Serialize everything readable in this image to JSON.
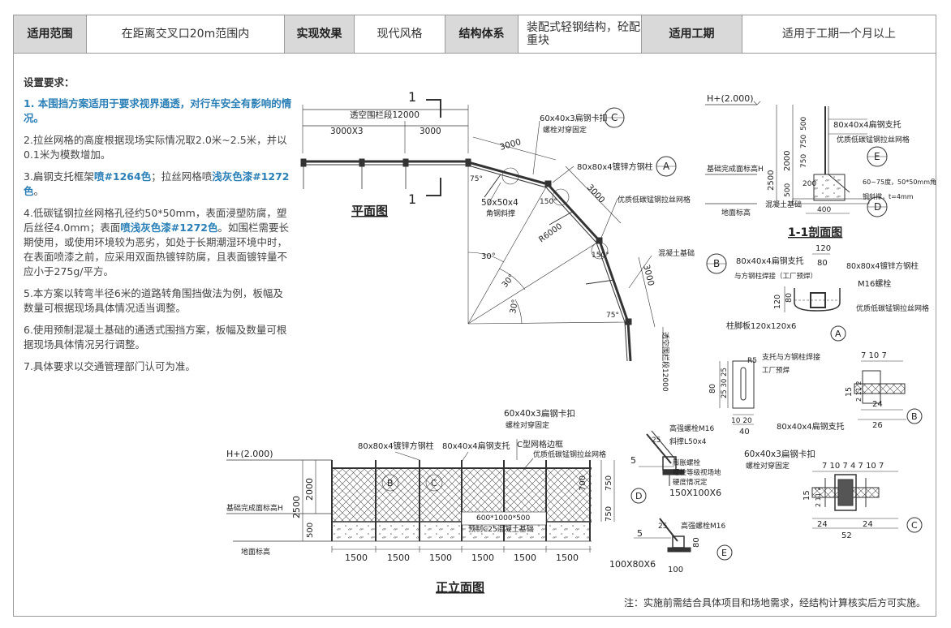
{
  "header": {
    "cells": [
      {
        "text": "适用范围",
        "type": "label"
      },
      {
        "text": "在距离交叉口20m范围内",
        "type": "value"
      },
      {
        "text": "实现效果",
        "type": "label"
      },
      {
        "text": "现代风格",
        "type": "value"
      },
      {
        "text": "结构体系",
        "type": "label"
      },
      {
        "text": "装配式轻钢结构，砼配重块",
        "type": "value"
      },
      {
        "text": "适用工期",
        "type": "label"
      },
      {
        "text": "适用于工期一个月以上",
        "type": "value"
      }
    ]
  },
  "requirements": {
    "title": "设置要求：",
    "items": [
      {
        "a": "1. 本围挡方案适用于要求视界通透，对行车安全有影响的情况。"
      },
      {
        "a": "2.拉丝网格的高度根据现场实际情况取2.0米~2.5米，并以0.1米为模数增加。"
      },
      {
        "a": "3.扁钢支托框架",
        "b": "喷#1264色",
        "c": "；拉丝网格喷",
        "d": "浅灰色漆#1272色",
        "e": "。"
      },
      {
        "a": "4.低碳锰钢拉丝网格孔径约50*50mm，表面浸塑防腐，塑后丝径4.0mm；表面",
        "b": "喷浅灰色漆#1272色",
        "c": "。如围栏需要长期使用，或使用环境较为恶劣，如处于长期潮湿环境中时，在表面喷漆之前，应采用双面热镀锌防腐，且表面镀锌量不应小于275g/平方。"
      },
      {
        "a": "5.本方案以转弯半径6米的道路转角围挡做法为例，板幅及数量可根据现场具体情况适当调整。"
      },
      {
        "a": "6.使用预制混凝土基础的通透式围挡方案，板幅及数量可根据现场具体情况另行调整。"
      },
      {
        "a": "7.具体要求以交通管理部门认可为准。"
      }
    ]
  },
  "drawing": {
    "plan": {
      "title": "平面图",
      "dim_total": "透空围栏段12000",
      "dim_a": "3000X3",
      "dim_b": "3000",
      "dim_c": "3000",
      "dim_d": "3000",
      "dim_e": "3000",
      "dim_side": "透空围栏段12000",
      "radius": "R6000",
      "angle1": "30°",
      "angle2": "30°",
      "angle3": "30°",
      "angle4": "75°",
      "angle5": "150°",
      "angle6": "150°",
      "angle7": "75°",
      "note_c1": "60x40x3扁钢卡扣",
      "note_c2": "螺栓对穿固定",
      "note_a": "80x80x4镀锌方钢柱",
      "note_mesh": "优质低碳锰钢拉丝网格",
      "note_angle1": "50x50x4",
      "note_angle2": "角钢斜撑",
      "note_found": "混凝土基础",
      "cut_mark": "1",
      "tag_c": "C",
      "tag_a": "A"
    },
    "section": {
      "title": "1-1剖面图",
      "level_top": "H+(2.000)",
      "level_found": "基础完成面标高H",
      "level_ground": "地面标高",
      "note1": "80x40x4扁钢支托",
      "note2": "优质低碳锰钢拉丝网格",
      "note3": "60~75度，50*50mm角",
      "note4": "钢斜撑，t=4mm",
      "note5": "混凝土基础",
      "dim_2500": "2500",
      "dim_2000": "2000",
      "dim_750a": "750",
      "dim_750b": "750",
      "dim_500a": "500",
      "dim_500b": "500",
      "dim_200": "200",
      "dim_400": "400",
      "tag_e": "E",
      "tag_d": "D"
    },
    "detailA": {
      "tag": "B",
      "n1": "80x40x4扁钢支托",
      "n2": "与方钢柱焊接（工厂预焊）",
      "n3": "80x80x4镀锌方钢柱",
      "n4": "M16螺栓",
      "n5": "优质低碳锰钢拉丝网格",
      "n6": "柱脚板120x120x6",
      "d120a": "120",
      "d80a": "80",
      "d120b": "120",
      "d80b": "80",
      "label": "A"
    },
    "detailB": {
      "n1": "支托与方钢柱焊接",
      "n2": "工厂预焊",
      "n3": "80x40x4扁钢支托",
      "d_top": "7 10 7",
      "d_24": "24",
      "d_26": "26",
      "d_40": "40",
      "d_1020": "10 20",
      "d_80": "80",
      "d_stack": "25 30 25",
      "d_15": "15",
      "d_2112": "2 11 2",
      "d_r5": "R5",
      "label": "B"
    },
    "elevation": {
      "title": "正立面图",
      "level_top": "H+(2.000)",
      "level_found": "基础完成面标高H",
      "level_ground": "地面标高",
      "note1": "60x40x3扁钢卡扣",
      "note2": "螺栓对穿固定",
      "note3": "80x80x4镀锌方钢柱",
      "note4": "80x40x4扁钢支托",
      "note5": "C型网格边框",
      "note6": "优质低碳锰钢拉丝网格",
      "note7": "600*1000*500",
      "note8": "预制C25混凝土基础",
      "dim_2500": "2500",
      "dim_2000": "2000",
      "dim_500": "500",
      "dim_700": "700",
      "dim_750a": "750",
      "dim_750b": "750",
      "spans": [
        "1500",
        "1500",
        "1500",
        "1500",
        "1500",
        "1500"
      ],
      "tag_b": "B",
      "tag_c": "C"
    },
    "detailD": {
      "n1": "高强螺栓M16",
      "n2": "斜撑L50x4",
      "n3": "膨胀螺栓",
      "n4": "螺栓等级视场地",
      "n5": "硬度情况定",
      "plate": "150X100X6",
      "d5": "5",
      "d25": "25",
      "label": "D"
    },
    "detailE": {
      "n1": "高强螺栓M16",
      "plate": "100X80X6",
      "d5": "5",
      "d25": "25",
      "d80": "80",
      "d100": "100",
      "label": "E"
    },
    "detailC": {
      "n1": "60x40x3扁钢卡扣",
      "n2": "螺栓对穿固定",
      "d_top": "7 10 7 4 7 10 7",
      "d_24a": "24",
      "d_24b": "24",
      "d_52": "52",
      "d_15": "15",
      "d_2112": "2 11 2",
      "label": "C"
    }
  },
  "footer": {
    "note": "注：实施前需结合具体项目和场地需求，经结构计算核实后方可实施。"
  }
}
